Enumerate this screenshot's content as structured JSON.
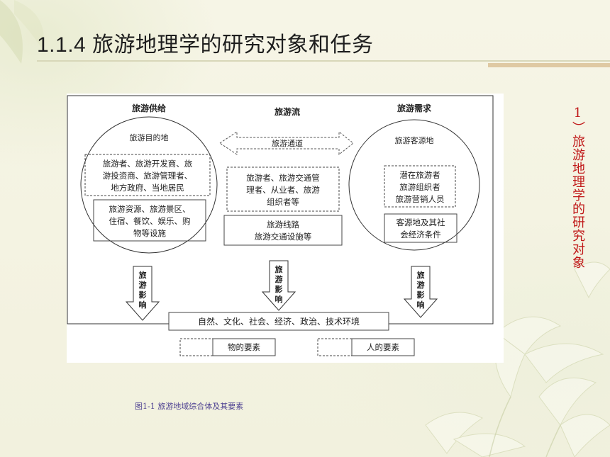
{
  "slide": {
    "title": "1.1.4 旅游地理学的研究对象和任务",
    "side_title": "1）旅游地理学的研究对象",
    "caption": "图1-1  旅游地域综合体及其要素"
  },
  "diagram": {
    "supply": {
      "header": "旅游供给",
      "circle_label": "旅游目的地",
      "people_lines": [
        "旅游者、旅游开发商、旅",
        "游投资商、旅游管理者、",
        "地方政府、当地居民"
      ],
      "things_lines": [
        "旅游资源、旅游景区、",
        "住宿、餐饮、娱乐、购",
        "物等设施"
      ],
      "influence": [
        "旅",
        "游",
        "影",
        "响"
      ]
    },
    "flow": {
      "header": "旅游流",
      "channel_label": "旅游通道",
      "people_lines": [
        "旅游者、旅游交通管",
        "理者、从业者、旅游",
        "组织者等"
      ],
      "things_lines": [
        "旅游线路",
        "旅游交通设施等"
      ],
      "influence": [
        "旅",
        "游",
        "影",
        "响"
      ]
    },
    "demand": {
      "header": "旅游需求",
      "circle_label": "旅游客源地",
      "people_lines": [
        "潜在旅游者",
        "旅游组织者",
        "旅游营销人员"
      ],
      "things_lines": [
        "客源地及其社",
        "会经济条件"
      ],
      "influence": [
        "旅",
        "游",
        "影",
        "响"
      ]
    },
    "environment": "自然、文化、社会、经济、政治、技术环境",
    "legend": {
      "things": "物的要素",
      "people": "人的要素"
    }
  }
}
